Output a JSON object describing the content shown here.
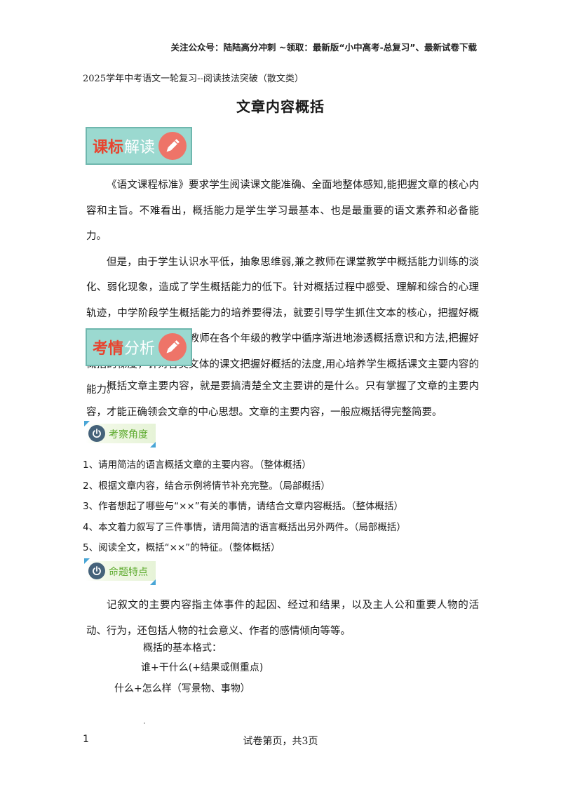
{
  "header": {
    "top_note": "关注公众号：陆陆高分冲刺  ~领取：最新版“小中高考-总复习”、最新试卷下载",
    "series": "2025学年中考语文一轮复习--阅读技法突破（散文类）"
  },
  "title": "文章内容概括",
  "badges": {
    "curriculum": {
      "word1": "课标",
      "word2": "解读"
    },
    "analysis": {
      "word1": "考情",
      "word2": "分析"
    }
  },
  "curriculum_paragraphs": [
    "《语文课程标准》要求学生阅读课文能准确、全面地整体感知,能把握文章的核心内容和主旨。不难看出，概括能力是学生学习最基本、也是最重要的语文素养和必备能力。",
    "但是，由于学生认识水平低，抽象思维弱,兼之教师在课堂教学中概括能力训练的淡化、弱化现象，造成了学生概括能力的低下。针对概括过程中感受、理解和综合的心理轨迹，中学阶段学生概括能力的培养要得法，就要引导学生抓住文本的核心，把握好概括的“尺度”，这就要求教师在各个年级的教学中循序渐进地渗透概括意识和方法,把握好概括的梯度，针对各类文体的课文把握好概括的法度,用心培养学生概括课文主要内容的能力。"
  ],
  "analysis_paragraph": "概括文章主要内容，就是要搞清楚全文主要讲的是什么。只有掌握了文章的主要内容，才能正确领会文章的中心思想。文章的主要内容，一般应概括得完整简要。",
  "section_exam": {
    "label": "考察角度",
    "items": [
      "1、请用简洁的语言概括文章的主要内容。（整体概括）",
      "2、根据文章内容，结合示例将情节补充完整。（局部概括）",
      "3、作者想起了哪些与“××”有关的事情，请结合文章内容概括。（整体概括）",
      "4、本文着力叙写了三件事情，请用简洁的语言概括出另外两件。（局部概括）",
      "5、阅读全文，概括“××”的特征。（整体概括）"
    ]
  },
  "section_features": {
    "label": "命题特点",
    "paragraph": "记叙文的主要内容指主体事件的起因、经过和结果，以及主人公和重要人物的活动、行为，还包括人物的社会意义、作者的感情倾向等等。",
    "format_title": "概括的基本格式：",
    "format_1": "谁+干什么(+结果或侧重点)",
    "format_2": "什么+怎么样（写景物、事物）"
  },
  "footer": {
    "page_number": "1",
    "page_text": "试卷第页，共3页"
  },
  "colors": {
    "badge_bg": "#9bd9d0",
    "badge_red": "#e8442f",
    "pencil_circle": "#ee7468",
    "sub_label_green": "#5caa2c",
    "power_icon": "#45627a"
  }
}
